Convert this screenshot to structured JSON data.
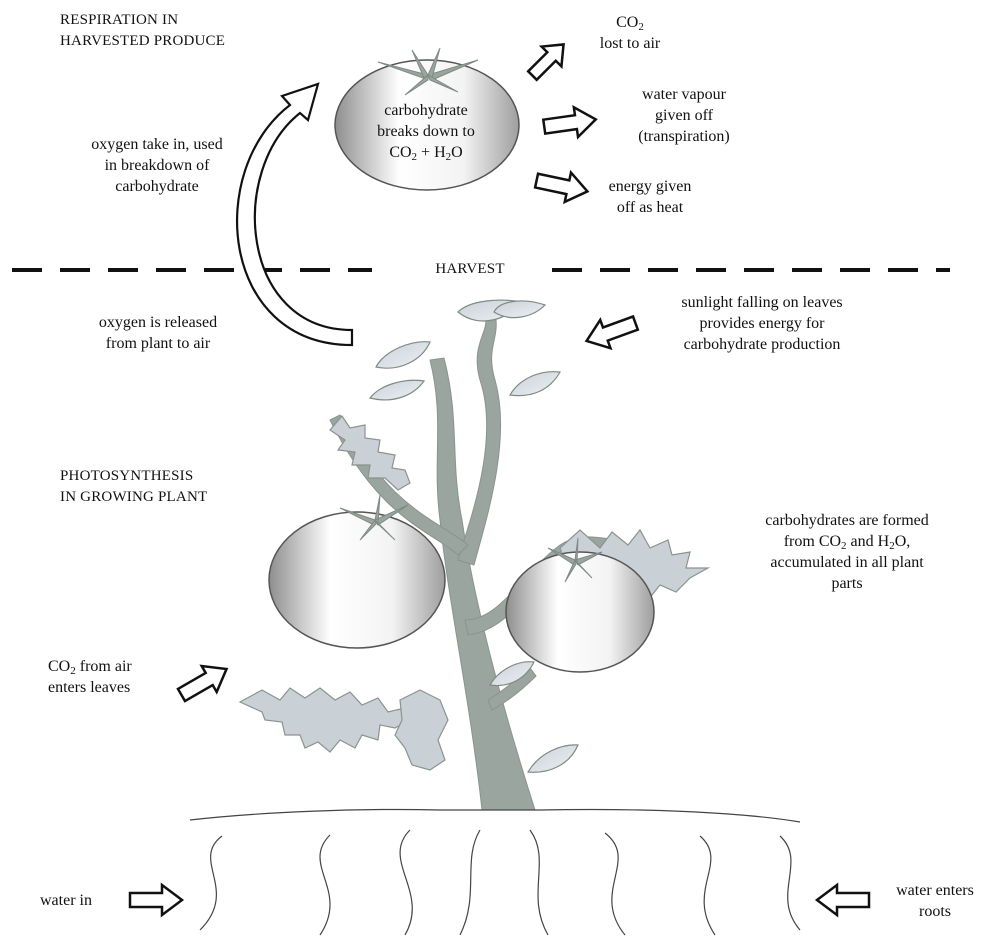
{
  "headings": {
    "respiration": [
      "RESPIRATION IN",
      "HARVESTED PRODUCE"
    ],
    "harvest": "HARVEST",
    "photosynthesis": [
      "PHOTOSYNTHESIS",
      "IN GROWING PLANT"
    ]
  },
  "labels": {
    "co2_lost": {
      "chem": "CO",
      "sub": "2",
      "text": "lost to air"
    },
    "water_vapour": [
      "water vapour",
      "given off",
      "(transpiration)"
    ],
    "heat": [
      "energy given",
      "off as heat"
    ],
    "carb_breakdown": {
      "line1": "carbohydrate",
      "line2": "breaks down to",
      "line3_a": "CO",
      "line3_sub1": "2",
      "line3_b": " + H",
      "line3_sub2": "2",
      "line3_c": "O"
    },
    "oxygen_taken": [
      "oxygen take in, used",
      "in breakdown of",
      "carbohydrate"
    ],
    "oxygen_released": [
      "oxygen is released",
      "from plant to air"
    ],
    "sunlight": [
      "sunlight falling on leaves",
      "provides energy for",
      "carbohydrate production"
    ],
    "carb_formed": {
      "line1": "carbohydrates are formed",
      "line2_a": "from CO",
      "line2_sub1": "2",
      "line2_b": " and H",
      "line2_sub2": "2",
      "line2_c": "O,",
      "line3": "accumulated in all plant",
      "line4": "parts"
    },
    "co2_enters": {
      "chem": "CO",
      "sub": "2",
      "rest": " from air",
      "line2": "enters leaves"
    },
    "water_in": "water in",
    "water_enters": [
      "water enters",
      "roots"
    ]
  },
  "colors": {
    "plant": "#9aa59f",
    "plant_dark": "#7f8a84",
    "fruit_edge": "#555555",
    "line": "#111111"
  }
}
